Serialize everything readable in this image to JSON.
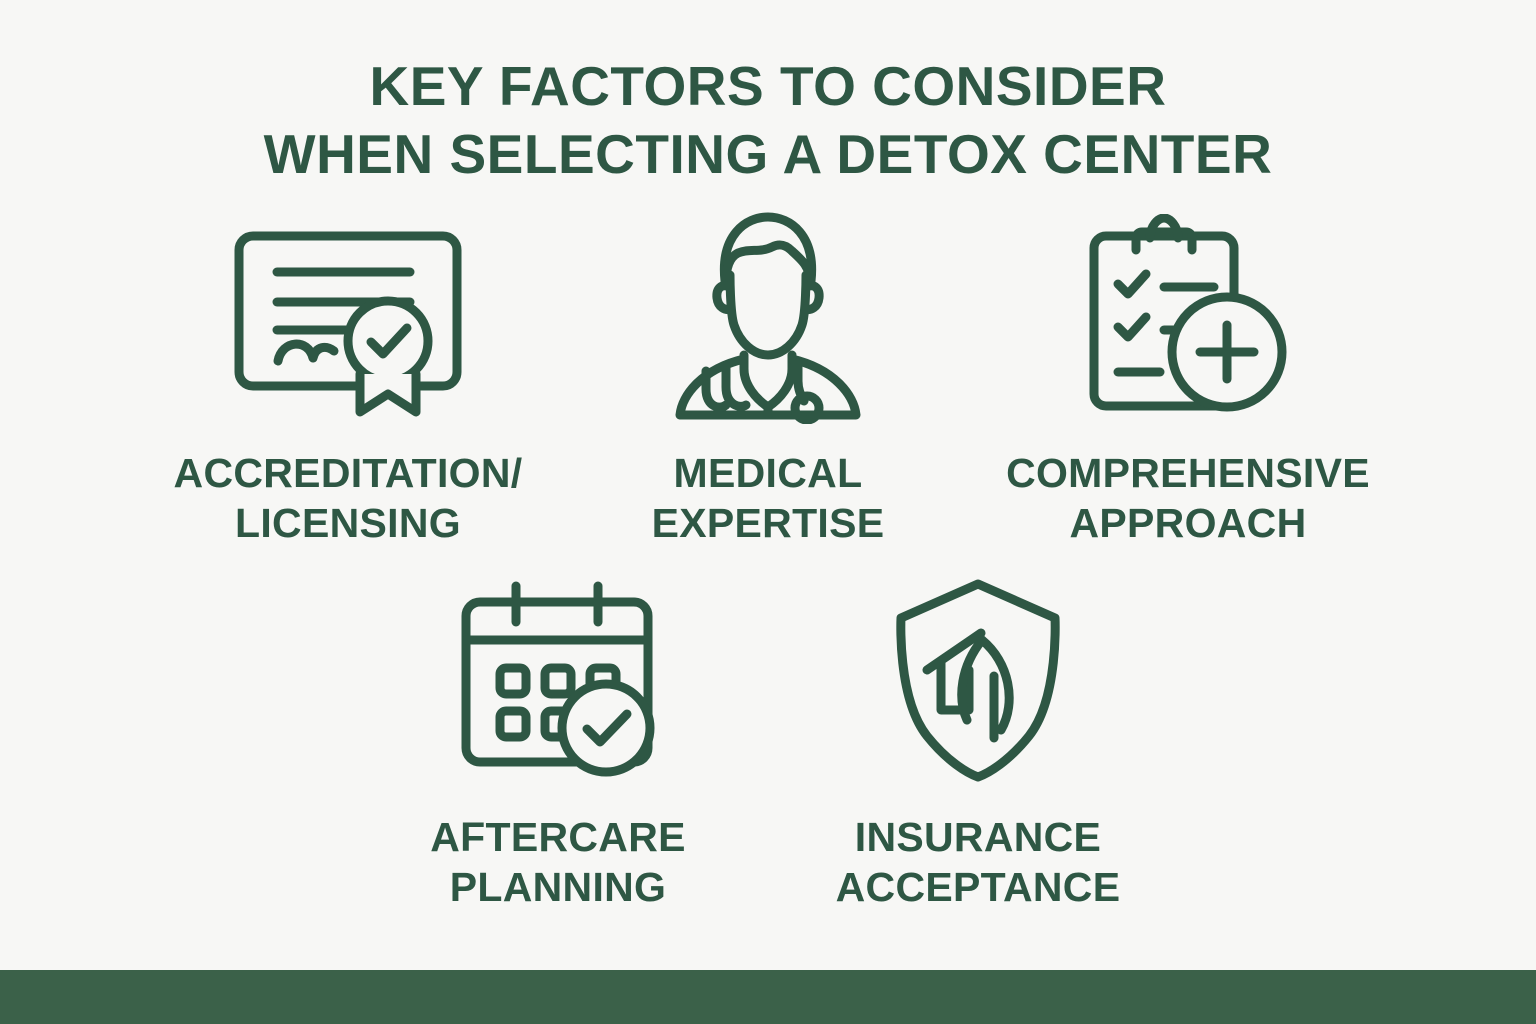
{
  "theme": {
    "background_color": "#f7f7f5",
    "accent_color": "#2e5744",
    "footer_bar_color": "#3b6149"
  },
  "title": {
    "line1": "KEY FACTORS TO CONSIDER",
    "line2": "WHEN SELECTING A DETOX CENTER"
  },
  "factors": [
    {
      "icon": "certificate-badge-icon",
      "label": "ACCREDITATION/\nLICENSING"
    },
    {
      "icon": "doctor-stethoscope-icon",
      "label": "MEDICAL\nEXPERTISE"
    },
    {
      "icon": "clipboard-checklist-plus-icon",
      "label": "COMPREHENSIVE\nAPPROACH"
    },
    {
      "icon": "calendar-check-icon",
      "label": "AFTERCARE\nPLANNING"
    },
    {
      "icon": "shield-home-leaf-icon",
      "label": "INSURANCE\nACCEPTANCE"
    }
  ]
}
